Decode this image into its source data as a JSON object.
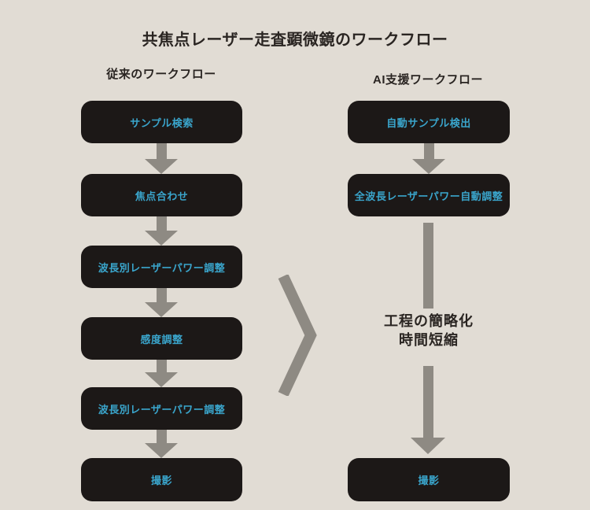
{
  "title": "共焦点レーザー走査顕微鏡のワークフロー",
  "left_column": {
    "header": "従来のワークフロー",
    "steps": [
      "サンプル検索",
      "焦点合わせ",
      "波長別レーザーパワー調整",
      "感度調整",
      "波長別レーザーパワー調整",
      "撮影"
    ]
  },
  "right_column": {
    "header": "AI支援ワークフロー",
    "steps": [
      "自動サンプル検出",
      "全波長レーザーパワー自動調整",
      "撮影"
    ],
    "benefit": {
      "line1": "工程の簡略化",
      "line2": "時間短縮"
    }
  },
  "icons": {
    "flow_arrow": "down-arrow-icon",
    "comparison_chevron": "chevron-right-icon"
  },
  "colors": {
    "background": "#e1dcd4",
    "step_box": "#1c1817",
    "step_text": "#3aa5cc",
    "arrow": "#8e8a83",
    "heading_text": "#2a2522"
  }
}
